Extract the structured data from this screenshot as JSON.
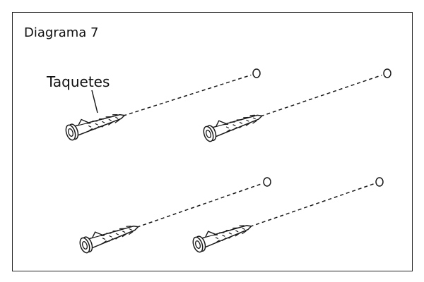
{
  "diagram": {
    "title": "Diagrama 7",
    "label": "Taquetes",
    "ink_color": "#1a1a1a",
    "anchors": [
      {
        "name": "anchor-1"
      },
      {
        "name": "anchor-2"
      },
      {
        "name": "anchor-3"
      },
      {
        "name": "anchor-4"
      }
    ]
  }
}
